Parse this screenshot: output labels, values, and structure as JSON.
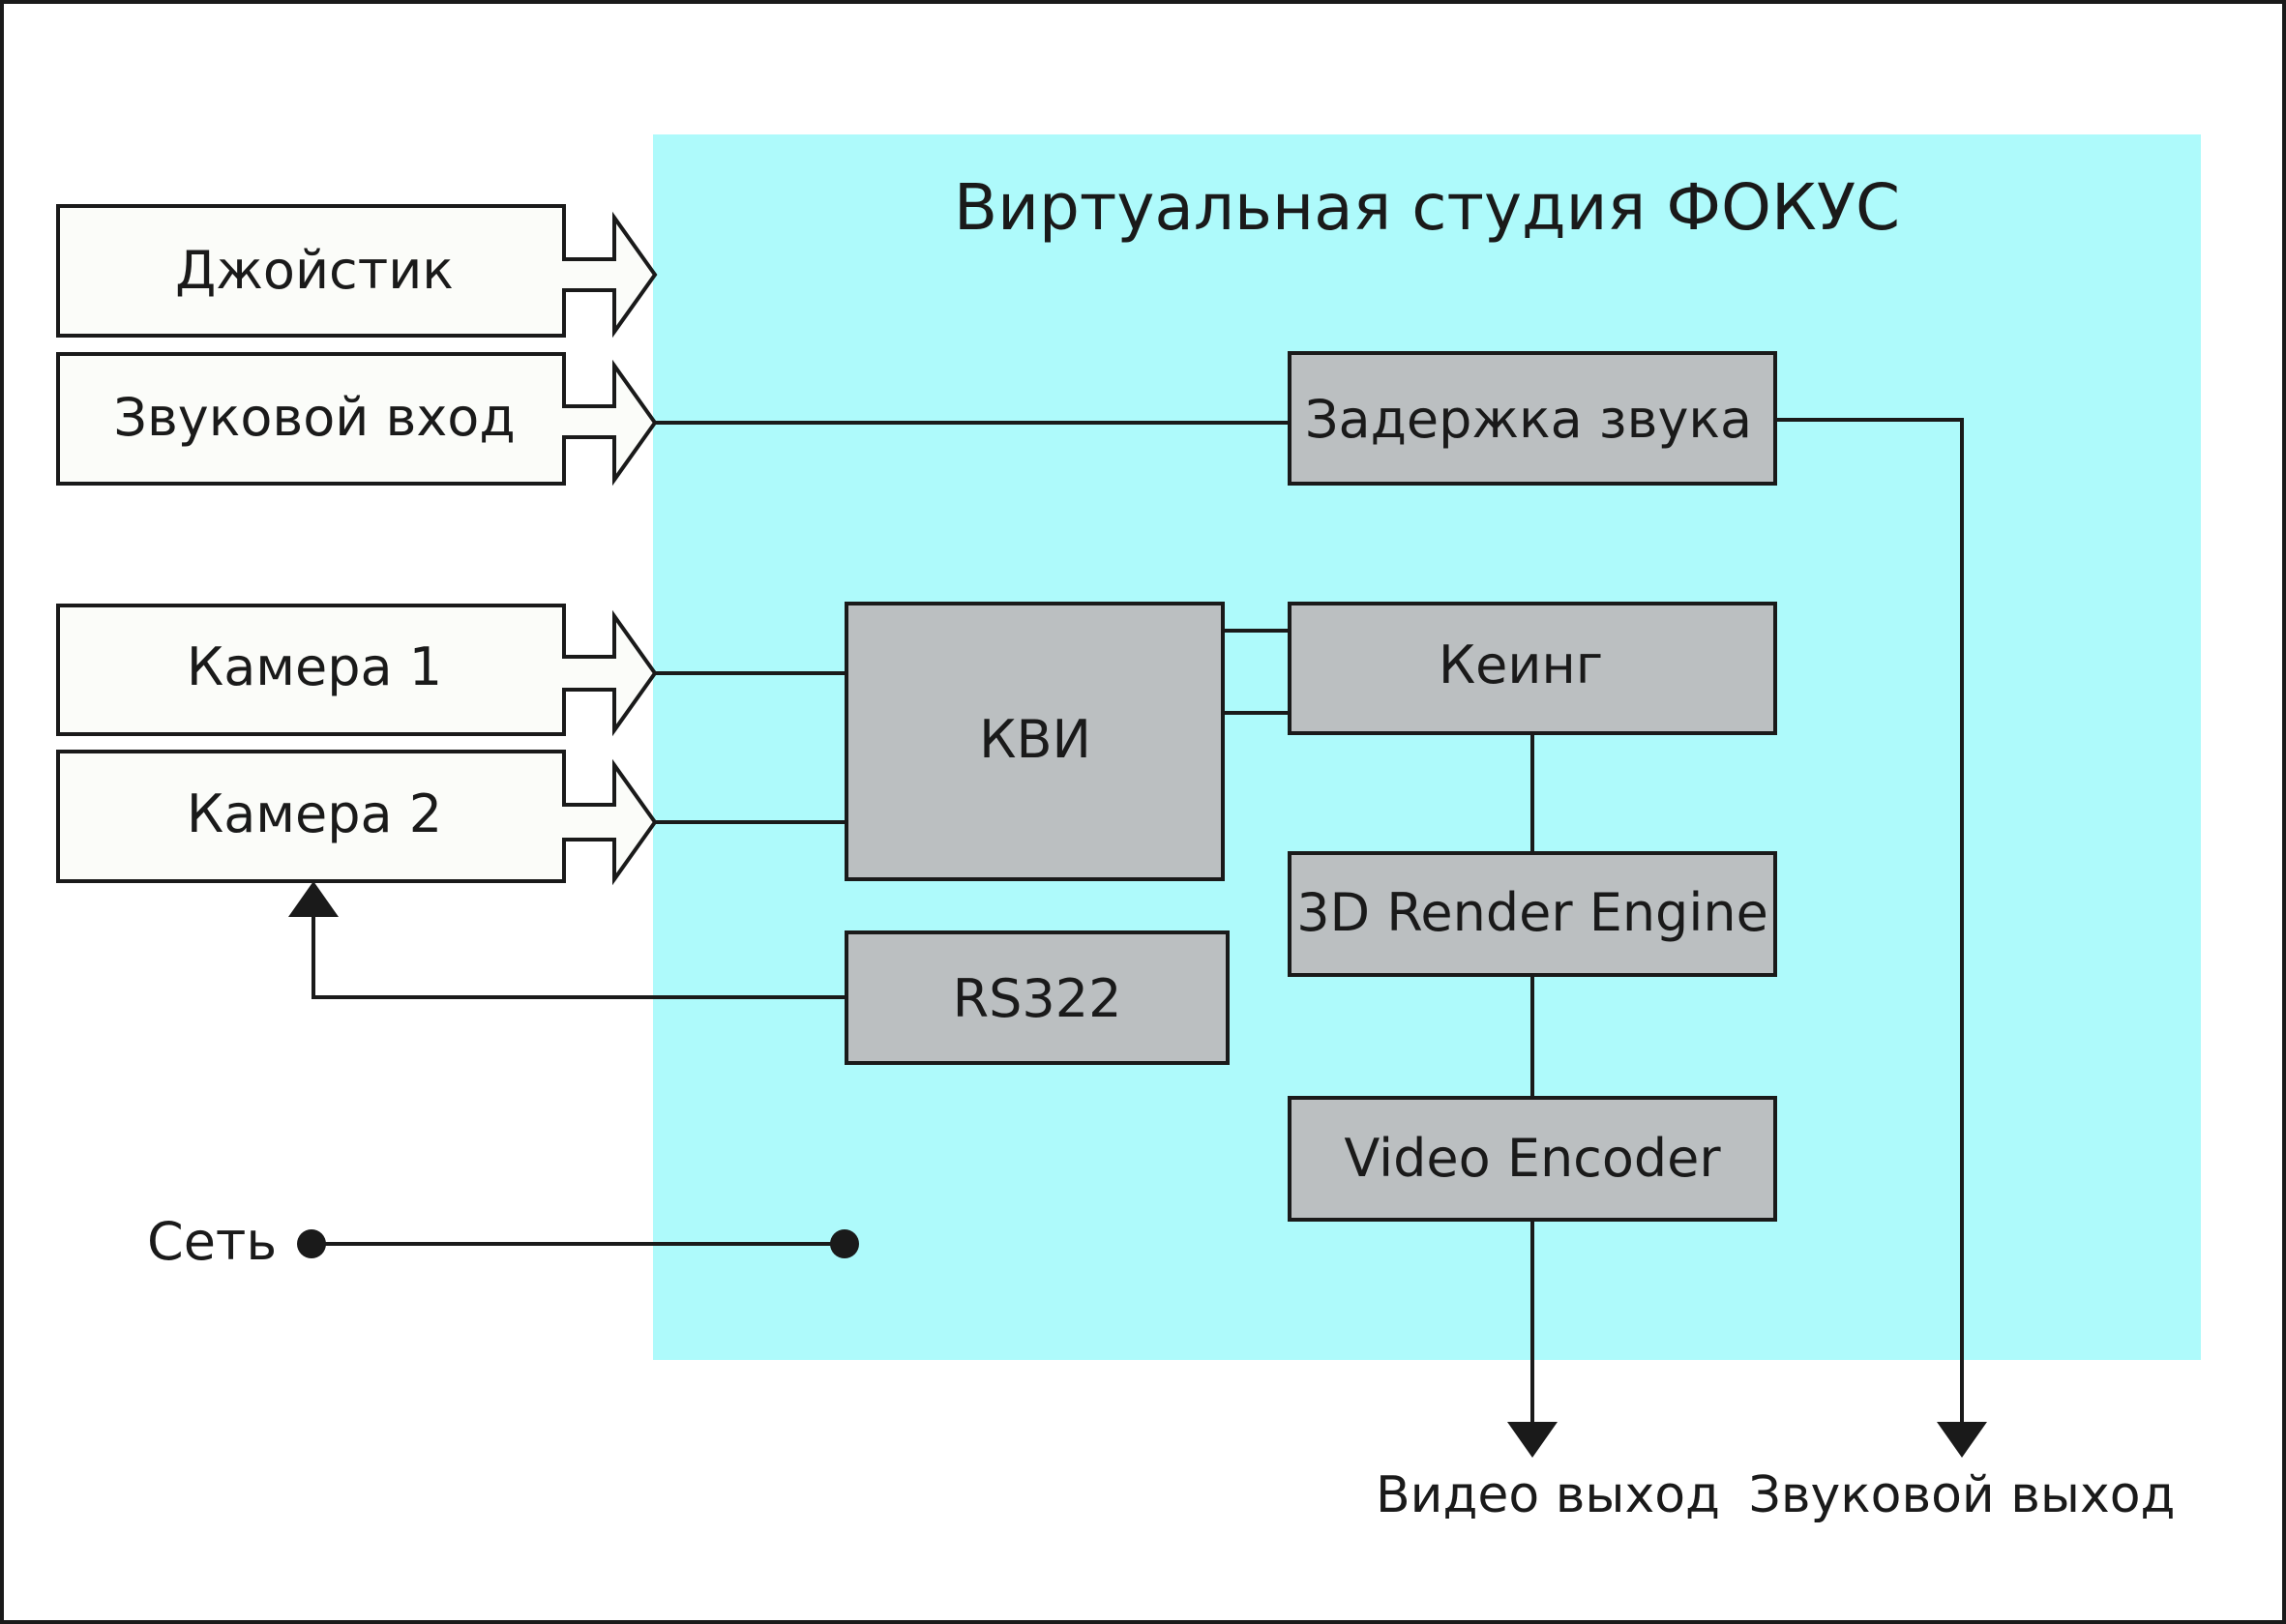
{
  "studio": {
    "title": "Виртуальная студия ФОКУС"
  },
  "inputs": {
    "joystick": "Джойстик",
    "audio_in": "Звуковой вход",
    "camera1": "Камера 1",
    "camera2": "Камера 2"
  },
  "modules": {
    "audio_delay": "Задержка звука",
    "kvi": "КВИ",
    "keying": "Кеинг",
    "render": "3D Render Engine",
    "rs": "RS322",
    "encoder": "Video Encoder"
  },
  "network": {
    "label": "Сеть"
  },
  "outputs": {
    "video": "Видео выход",
    "audio": "Звуковой выход"
  },
  "colors": {
    "studio_bg": "#aefafb",
    "module_fill": "#bbbfc1",
    "input_fill": "#fbfcf9",
    "line": "#1a1a1a"
  }
}
